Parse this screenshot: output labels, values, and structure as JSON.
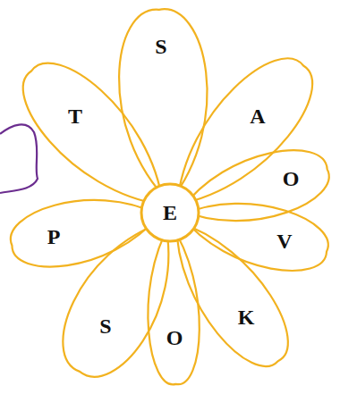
{
  "diagram": {
    "nodes": [
      {
        "text": [
          "S"
        ]
      },
      {
        "text": [
          "T"
        ]
      },
      {
        "text": [
          "A"
        ]
      },
      {
        "text": [
          "O"
        ]
      },
      {
        "text": [
          "E"
        ]
      },
      {
        "text": [
          "P"
        ]
      },
      {
        "text": [
          "V"
        ]
      },
      {
        "text": [
          "K"
        ]
      },
      {
        "text": [
          "S"
        ]
      },
      {
        "text": [
          "O"
        ]
      }
    ]
  }
}
